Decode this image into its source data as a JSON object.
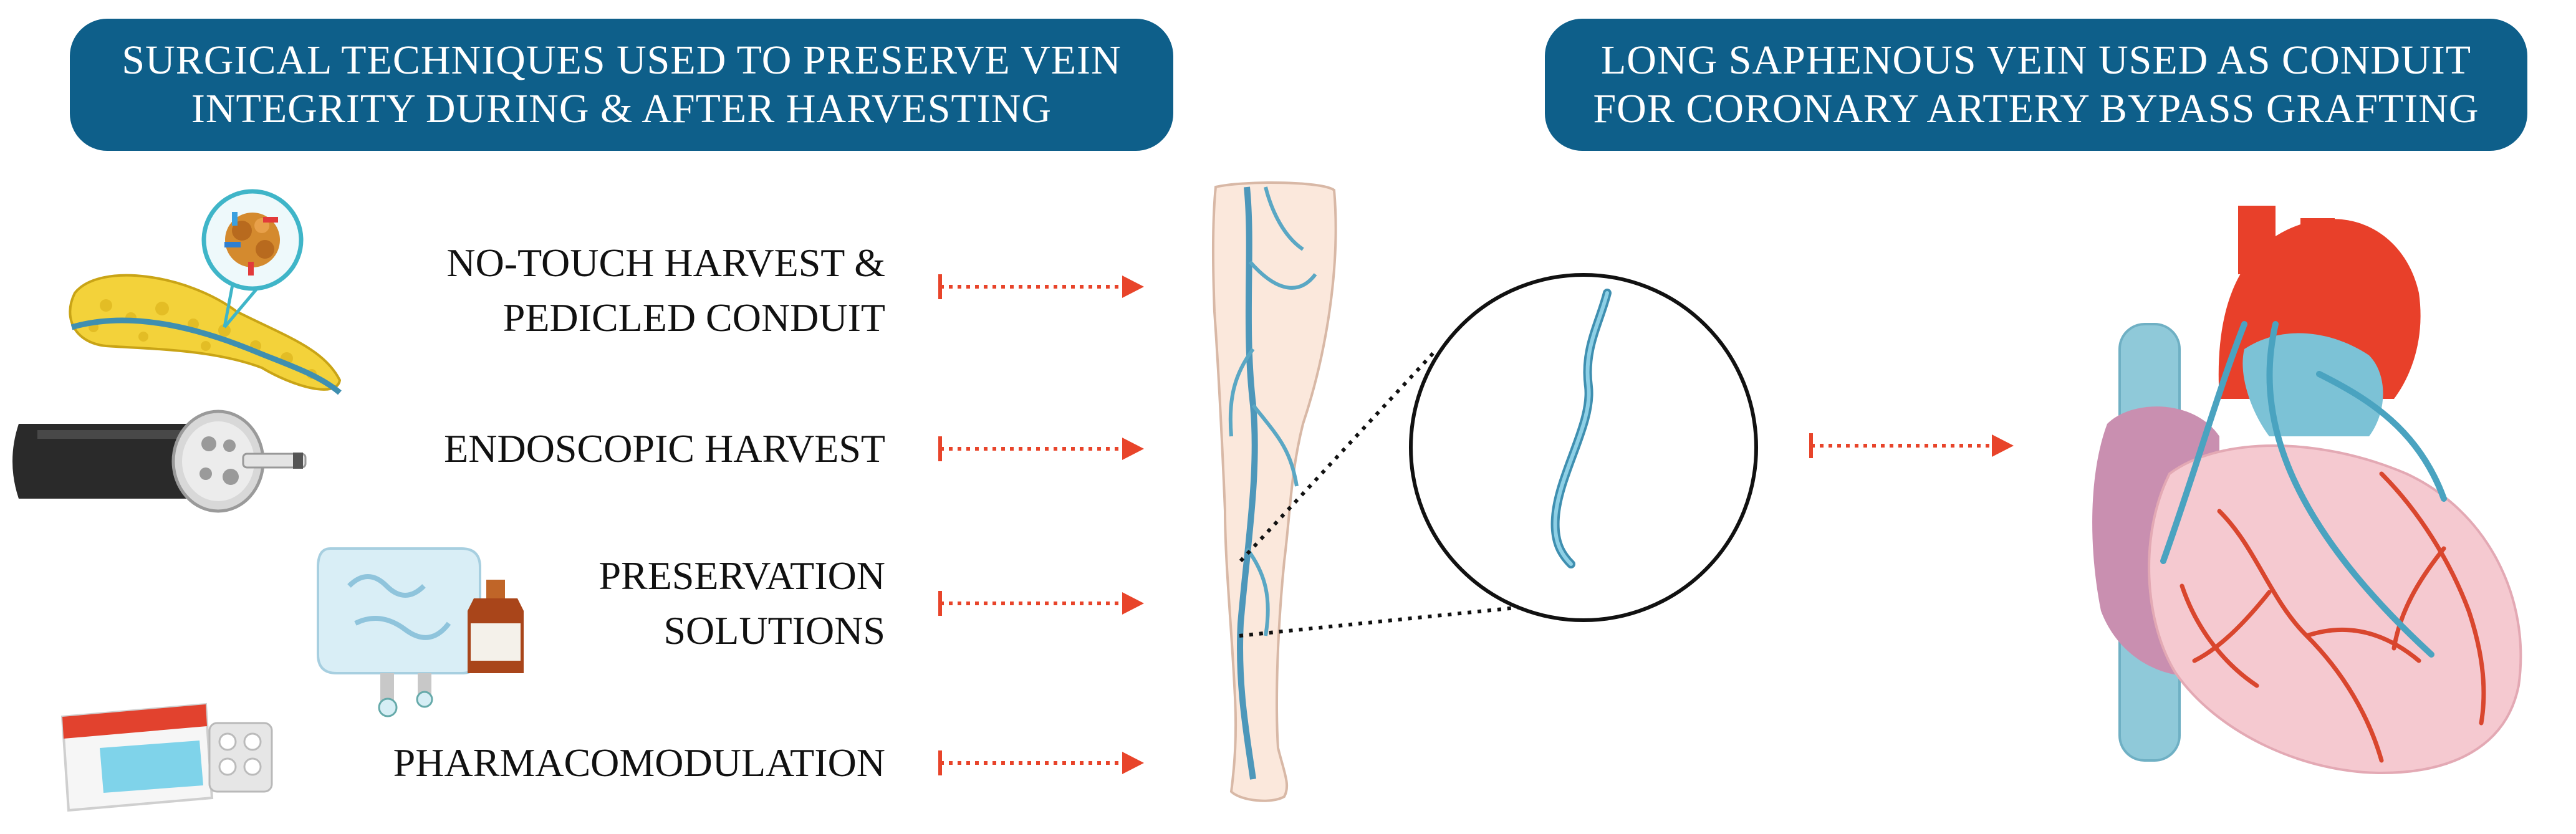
{
  "banners": {
    "left": {
      "line1": "SURGICAL TECHNIQUES USED TO PRESERVE VEIN",
      "line2": "INTEGRITY DURING & AFTER HARVESTING"
    },
    "right": {
      "line1": "LONG SAPHENOUS VEIN USED AS CONDUIT",
      "line2": "FOR CORONARY ARTERY BYPASS GRAFTING"
    }
  },
  "techniques": [
    {
      "line1": "NO-TOUCH HARVEST &",
      "line2": "PEDICLED CONDUIT",
      "icon": "pedicled-vein-icon"
    },
    {
      "line1": "ENDOSCOPIC HARVEST",
      "line2": "",
      "icon": "endoscope-icon"
    },
    {
      "line1": "PRESERVATION",
      "line2": "SOLUTIONS",
      "icon": "solution-bag-icon"
    },
    {
      "line1": "PHARMACOMODULATION",
      "line2": "",
      "icon": "pill-pack-icon"
    }
  ],
  "colors": {
    "banner": "#0e5f8a",
    "arrow": "#e8442a",
    "vein": "#5aa7c4",
    "artery": "#e8402a",
    "heart": "#f5c9d0"
  }
}
